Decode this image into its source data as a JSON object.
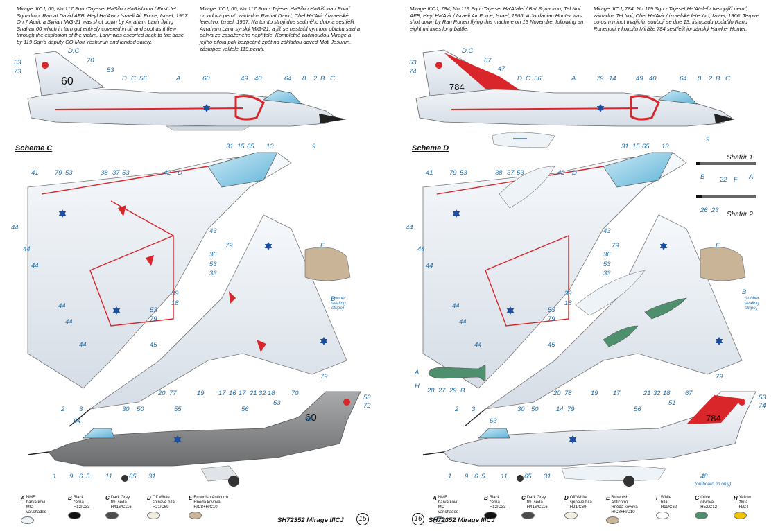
{
  "left": {
    "description_en": "Mirage IIICJ, 60, No.117 Sqn -Tayeset HaSilon HaRishona / First Jet Squadron, Ramat David AFB, Heyl Ha'Avir / Israeli Air Force, Israel, 1967. On 7 April, a Syrian MiG-21 was shot down by Avraham Lanir flying Shahak 60 which in turn got entirely covered in oil and soot as it flew through the explosion of the victim. Lanir was escorted back to the base by 119 Sqn's deputy CO Moti Yeshurun and landed safely.",
    "description_cz": "Mirage IIICJ, 60, No.117 Sqn - Tajeset HaSilon HaRišona / První proudová peruť, základna Ramat David, Chel Ha'Avir / izraelské letectvo, Izrael, 1967. Na tomto stroji dne sedmého dubna sestřelil Avraham Lanir syrský MiG-21, a již se nestačil vyhnout oblaku sazí a paliva ze zasaženého nepřítele. Kompletně začmoudou Mirage a jejího pilota pak bezpečně zpět na základnu doveď Moti Ješurun, zástupce velitele 119.peruti.",
    "scheme": "Scheme C",
    "tail_number": "60",
    "footer": "SH72352 Mirage IIICJ",
    "page": "15"
  },
  "right": {
    "description_en": "Mirage IIICJ, 784, No.119 Sqn -Tayeset Ha'Atalef / Bat Squadron, Tel Nof AFB, Heyl Ha'Avir / Israeli Air Force, Israel, 1966. A Jordanian Hunter was shot down by Ran Ronen flying this machine on 13 November following an eight minutes long battle.",
    "description_cz": "Mirage IIICJ, 784, No.119 Sqn - Tajeset Ha'Atalef / Netopýří peruť, základna Tel Nof, Chel Ha'Avir / izraelské letectvo, Izrael, 1966. Terpve po osm minut trvajícím souboji se dne 13. listopadu podařilo Ranu Ronenovi v kokpitu Miráže 784 sestřelit jordánský Hawker Hunter.",
    "scheme": "Scheme D",
    "tail_number": "784",
    "shafrir1": "Shafrir 1",
    "shafrir2": "Shafrir 2",
    "rubber_note": "(rubber sealing stripe)",
    "outboard_note": "(outboard fin only)",
    "footer": "SH72352 Mirage IIICJ",
    "page": "16"
  },
  "legend_left": [
    {
      "code": "A",
      "name": "NMF",
      "cz": "barva kovu",
      "ref": "MC-var.shades",
      "color": "#eef3f8"
    },
    {
      "code": "B",
      "name": "Black",
      "cz": "černá",
      "ref": "H12/C33",
      "color": "#111111"
    },
    {
      "code": "C",
      "name": "Dark Grey",
      "cz": "tm. šedá",
      "ref": "H416/C116",
      "color": "#4a4c4e"
    },
    {
      "code": "D",
      "name": "Off White",
      "cz": "špinavé bílá",
      "ref": "H21/C69",
      "color": "#f1ede0"
    },
    {
      "code": "E",
      "name": "Brownish Anticorro",
      "cz": "Hnědá kovová",
      "ref": "H/C8+H/C10",
      "color": "#c9b497"
    }
  ],
  "legend_right": [
    {
      "code": "A",
      "name": "NMF",
      "cz": "barva kovu",
      "ref": "MC-var.shades",
      "color": "#eef3f8"
    },
    {
      "code": "B",
      "name": "Black",
      "cz": "černá",
      "ref": "H12/C33",
      "color": "#111111"
    },
    {
      "code": "C",
      "name": "Dark Grey",
      "cz": "tm. šedá",
      "ref": "H416/C116",
      "color": "#4a4c4e"
    },
    {
      "code": "D",
      "name": "Off White",
      "cz": "špinavé bílá",
      "ref": "H21/C69",
      "color": "#f1ede0"
    },
    {
      "code": "E",
      "name": "Brownish Anticorro",
      "cz": "Hnědá kovová",
      "ref": "H/C8+H/C10",
      "color": "#c9b497"
    },
    {
      "code": "F",
      "name": "White",
      "cz": "bílá",
      "ref": "H11/C62",
      "color": "#ffffff"
    },
    {
      "code": "G",
      "name": "Olive",
      "cz": "olivová",
      "ref": "H52/C12",
      "color": "#4e8f6e"
    },
    {
      "code": "H",
      "name": "Yellow",
      "cz": "žlutá",
      "ref": "H/C4",
      "color": "#f2c400"
    }
  ],
  "callouts_left": [
    "D,C",
    "53",
    "73",
    "70",
    "53",
    "D",
    "C",
    "56",
    "A",
    "60",
    "49",
    "40",
    "64",
    "8",
    "2",
    "B",
    "C",
    "31",
    "15",
    "65",
    "13",
    "9",
    "41",
    "79",
    "53",
    "38",
    "37",
    "53",
    "42",
    "D",
    "44",
    "44",
    "44",
    "43",
    "36",
    "53",
    "33",
    "79",
    "E",
    "B",
    "39",
    "18",
    "44",
    "44",
    "53",
    "79",
    "45",
    "44",
    "20",
    "77",
    "19",
    "17",
    "16",
    "17",
    "21",
    "32",
    "18",
    "79",
    "2",
    "3",
    "64",
    "30",
    "50",
    "55",
    "56",
    "70",
    "53",
    "72",
    "53",
    "60",
    "1",
    "9",
    "6",
    "5",
    "11",
    "65",
    "31"
  ],
  "callouts_right": [
    "D,C",
    "67",
    "47",
    "53",
    "74",
    "D",
    "C",
    "56",
    "A",
    "79",
    "14",
    "49",
    "40",
    "64",
    "8",
    "2",
    "B",
    "C",
    "31",
    "15",
    "65",
    "13",
    "9",
    "41",
    "79",
    "53",
    "38",
    "37",
    "53",
    "42",
    "D",
    "44",
    "44",
    "44",
    "43",
    "36",
    "53",
    "33",
    "79",
    "E",
    "B",
    "39",
    "18",
    "44",
    "44",
    "53",
    "79",
    "45",
    "44",
    "20",
    "78",
    "19",
    "17",
    "21",
    "32",
    "18",
    "79",
    "A",
    "B",
    "C",
    "D",
    "E",
    "F",
    "G",
    "H",
    "28",
    "27",
    "29",
    "22",
    "F",
    "26",
    "23",
    "2",
    "3",
    "63",
    "30",
    "50",
    "14",
    "79",
    "56",
    "67",
    "53",
    "74",
    "51",
    "1",
    "9",
    "6",
    "5",
    "11",
    "65",
    "31",
    "48"
  ]
}
